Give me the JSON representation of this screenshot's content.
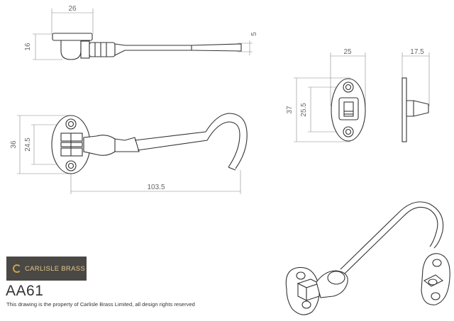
{
  "brand": {
    "name": "CARLISLE BRASS",
    "accent_color": "#c9a24d",
    "panel_color": "#4a4845"
  },
  "product": {
    "code": "AA61",
    "rights_note": "This drawing is the property of Carlisle Brass Limited, all design rights reserved"
  },
  "dimensions": {
    "top_view": {
      "width": "26",
      "height": "16",
      "rod": "5"
    },
    "front_view": {
      "height_outer": "36",
      "height_inner": "24.5",
      "length": "103.5"
    },
    "eye_plate_front": {
      "width": "25",
      "height_outer": "37",
      "height_inner": "25.5"
    },
    "eye_plate_side": {
      "depth": "17.5"
    }
  }
}
